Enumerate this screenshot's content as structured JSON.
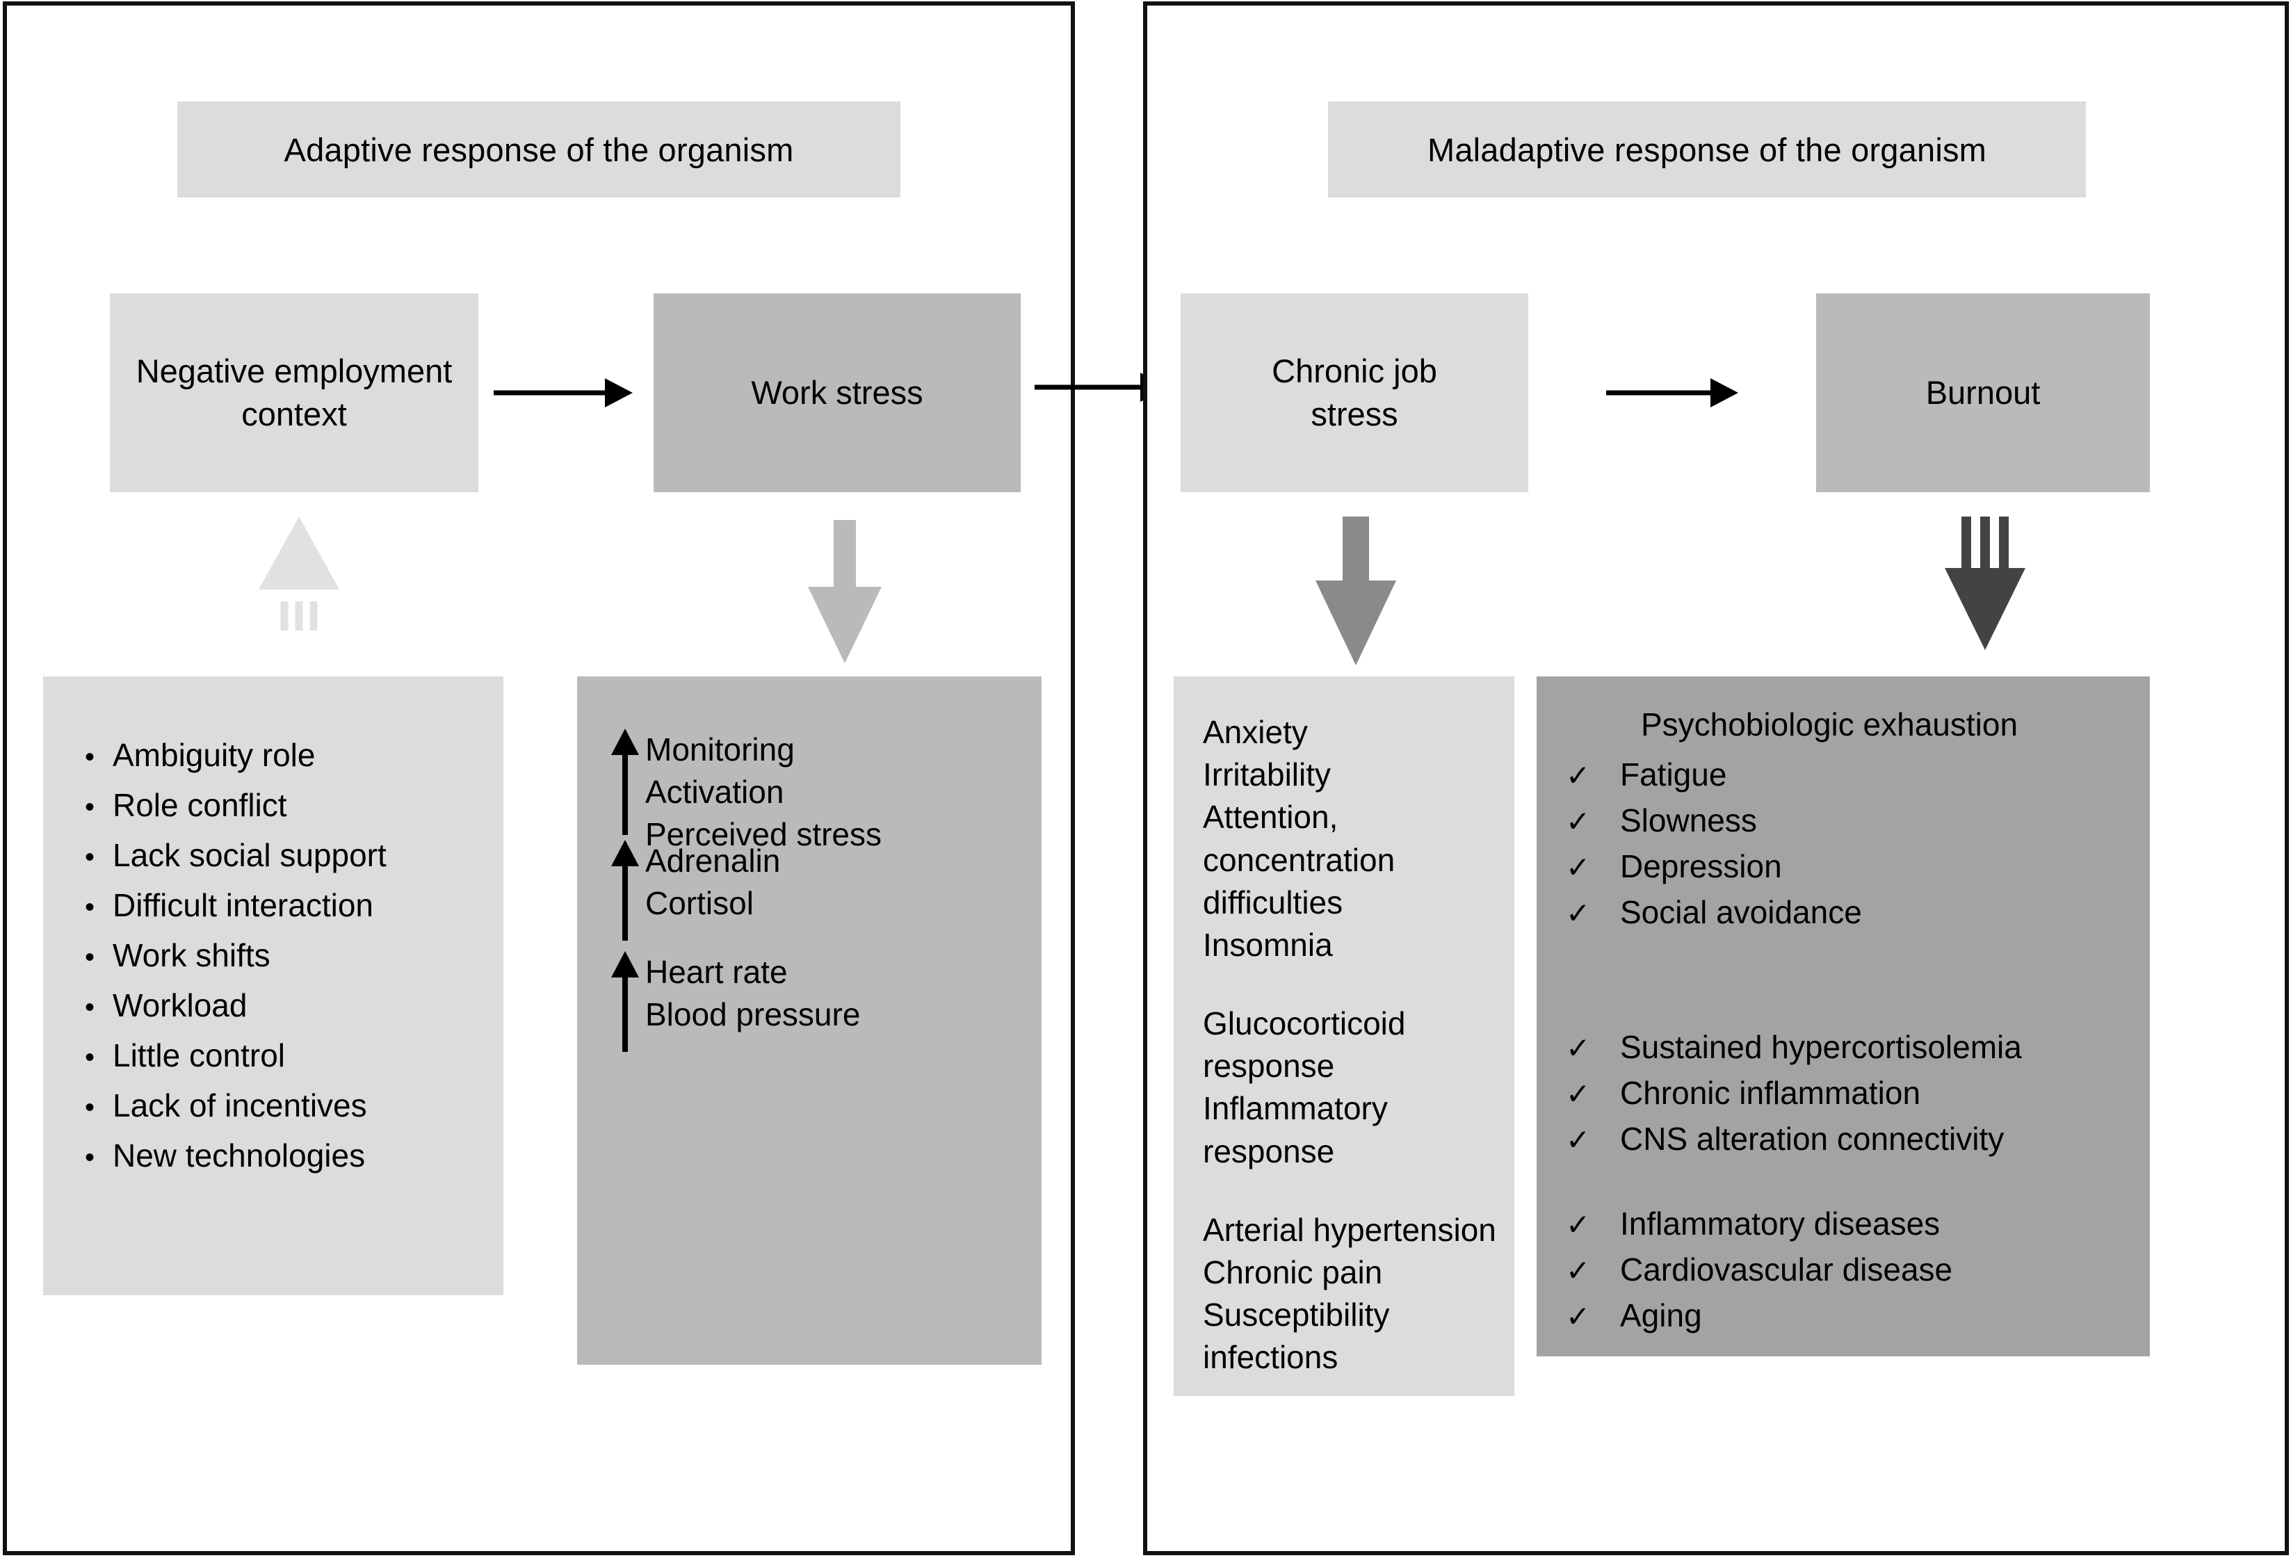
{
  "figure": {
    "type": "flow-diagram",
    "panels": [
      {
        "id": "adaptive",
        "header": "Adaptive response of the organism",
        "nodes": [
          {
            "id": "negative-employment-context",
            "label": "Negative employment\ncontext",
            "shade": "light"
          },
          {
            "id": "work-stress",
            "label": "Work stress",
            "shade": "mid"
          }
        ],
        "detail_left": {
          "title": "",
          "bullet_marker": "•",
          "items": [
            "Ambiguity role",
            "Role conflict",
            "Lack social support",
            "Difficult interaction",
            "Work shifts",
            "Workload",
            "Little control",
            "Lack of incentives",
            "New technologies"
          ]
        },
        "detail_right": {
          "groups": [
            {
              "arrow": "up",
              "lines": [
                "Monitoring",
                "Activation",
                "Perceived stress"
              ]
            },
            {
              "arrow": "up",
              "lines": [
                "Adrenalin",
                "Cortisol"
              ]
            },
            {
              "arrow": "up",
              "lines": [
                "Heart rate",
                "Blood pressure"
              ]
            }
          ]
        }
      },
      {
        "id": "maladaptive",
        "header": "Maladaptive response of the organism",
        "nodes": [
          {
            "id": "chronic-job-stress",
            "label": "Chronic job\nstress",
            "shade": "light"
          },
          {
            "id": "burnout",
            "label": "Burnout",
            "shade": "mid"
          }
        ],
        "detail_left": {
          "groups": [
            [
              "Anxiety",
              "Irritability",
              "Attention, concentration\ndifficulties",
              "Insomnia"
            ],
            [
              "Glucocorticoid\nresponse",
              "Inflammatory\nresponse"
            ],
            [
              "Arterial hypertension",
              "Chronic pain",
              "Susceptibility\ninfections"
            ]
          ]
        },
        "detail_right": {
          "title": "Psychobiologic exhaustion",
          "check_marker": "✓",
          "groups": [
            [
              "Fatigue",
              "Slowness",
              "Depression",
              "Social avoidance"
            ],
            [
              "Sustained hypercortisolemia",
              "Chronic inflammation",
              "CNS alteration connectivity"
            ],
            [
              "Inflammatory diseases",
              "Cardiovascular disease",
              "Aging"
            ]
          ]
        }
      }
    ],
    "connectors": [
      {
        "id": "ctx-to-work-stress",
        "direction": "right",
        "color": "#000000"
      },
      {
        "id": "work-stress-to-chronic-job-stress",
        "direction": "right",
        "color": "#000000"
      },
      {
        "id": "chronic-to-burnout",
        "direction": "right",
        "color": "#000000"
      },
      {
        "id": "context-up",
        "direction": "up",
        "color": "#e1e1e1",
        "style": "triangle-with-dashes"
      },
      {
        "id": "work-stress-down",
        "direction": "down",
        "color": "#bababa",
        "style": "solid-block"
      },
      {
        "id": "chronic-job-stress-down",
        "direction": "down",
        "color": "#8a8a8a",
        "style": "solid-block"
      },
      {
        "id": "burnout-down",
        "direction": "down",
        "color": "#434343",
        "style": "triple-bar-block"
      }
    ],
    "colors": {
      "shade_light": "#dcdcdc",
      "shade_mid": "#bababa",
      "shade_dark": "#a3a3a3",
      "arrow_faint": "#e1e1e1",
      "arrow_medium": "#8a8a8a",
      "arrow_dark": "#434343",
      "border": "#111111",
      "text": "#000000"
    }
  }
}
